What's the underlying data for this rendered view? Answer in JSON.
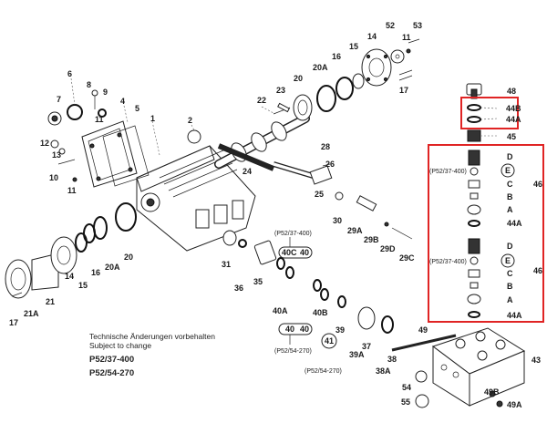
{
  "caption": {
    "line1": "Technische Änderungen vorbehalten",
    "line2": "Subject to change",
    "model1": "P52/37-400",
    "model2": "P52/54-270"
  },
  "labels": {
    "p1": "1",
    "p2": "2",
    "p4": "4",
    "p5": "5",
    "p6": "6",
    "p7": "7",
    "p8": "8",
    "p9": "9",
    "p10": "10",
    "p11a": "11",
    "p11b": "11",
    "p11c": "11",
    "p12": "12",
    "p13": "13",
    "p14a": "14",
    "p14b": "14",
    "p15a": "15",
    "p15b": "15",
    "p16a": "16",
    "p16b": "16",
    "p17a": "17",
    "p17b": "17",
    "p20a": "20",
    "p20b": "20",
    "p20Aa": "20A",
    "p20Ab": "20A",
    "p21": "21",
    "p21A": "21A",
    "p22": "22",
    "p23": "23",
    "p24": "24",
    "p25": "25",
    "p26": "26",
    "p28": "28",
    "p29A": "29A",
    "p29B": "29B",
    "p29C": "29C",
    "p29D": "29D",
    "p30": "30",
    "p31": "31",
    "p35": "35",
    "p36": "36",
    "p37": "37",
    "p38": "38",
    "p38A": "38A",
    "p39": "39",
    "p39A": "39A",
    "p40A": "40A",
    "p40B": "40B",
    "p40C": "40C",
    "p40a": "40",
    "p40b": "40",
    "p40c": "40",
    "p41": "41",
    "p43": "43",
    "p45": "45",
    "p46a": "46",
    "p46b": "46",
    "p48": "48",
    "p49": "49",
    "p49B": "49B",
    "p49A": "49A",
    "p52": "52",
    "p53": "53",
    "p54": "54",
    "p55": "55",
    "p44B": "44B",
    "p44A1": "44A",
    "p44A2": "44A",
    "p44A3": "44A",
    "v1D": "D",
    "v1E": "E",
    "v1C": "C",
    "v1B": "B",
    "v1A": "A",
    "v2D": "D",
    "v2E": "E",
    "v2C": "C",
    "v2B": "B",
    "v2A": "A",
    "model_ref1": "(P52/37-400)",
    "model_ref2": "(P52/37-400)",
    "model_ref_top": "(P52/37-400)",
    "model_ref_bot": "(P52/54-270)",
    "model_ref_low": "(P52/54-270)"
  },
  "highlight_color": "#e02424"
}
